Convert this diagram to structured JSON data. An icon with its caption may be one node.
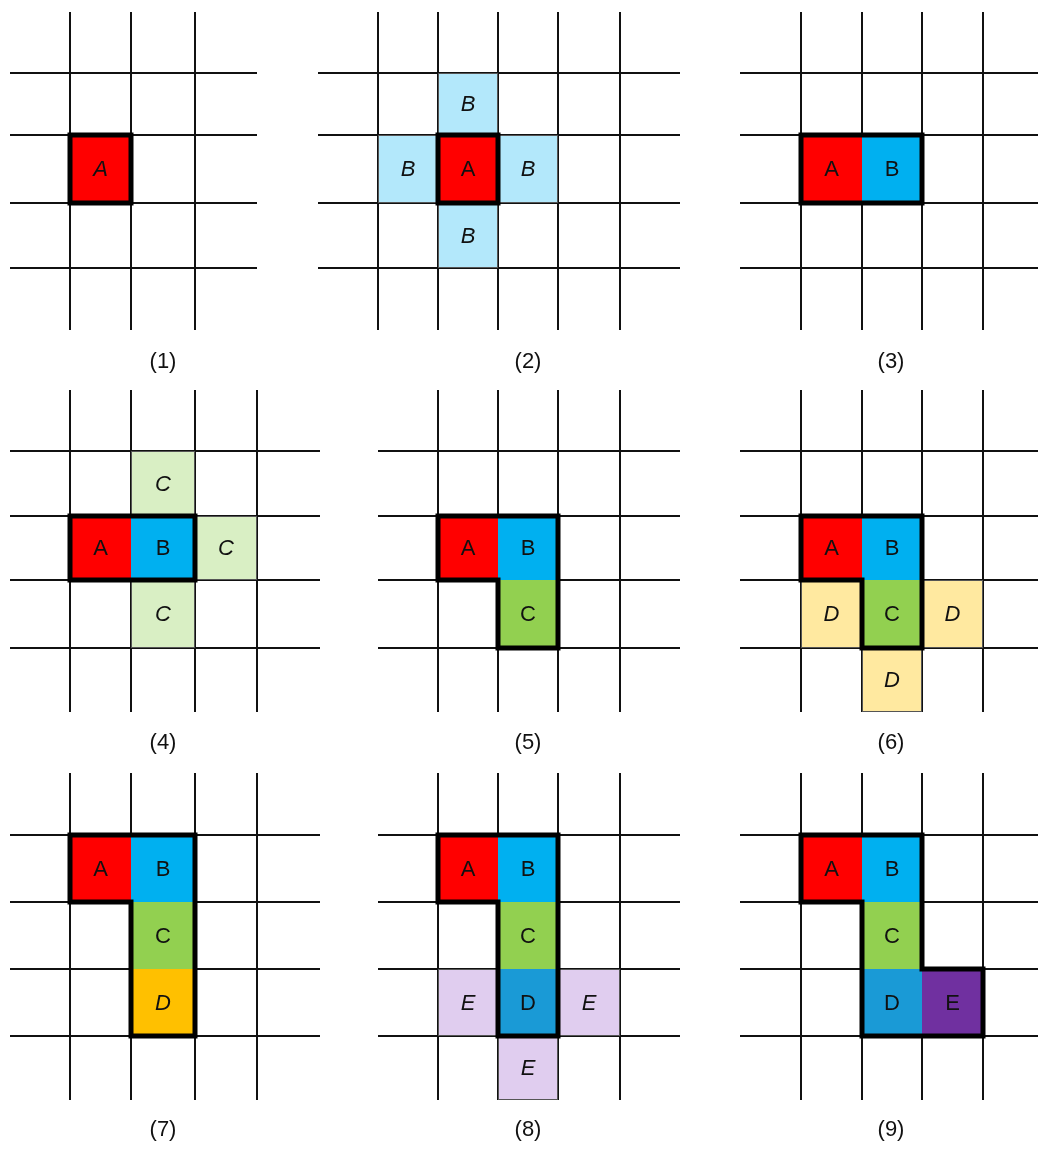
{
  "diagram": {
    "nodes": [
      {
        "text": [
          "A"
        ]
      },
      {
        "text": [
          "B"
        ]
      },
      {
        "text": [
          "B"
        ]
      },
      {
        "text": [
          "A"
        ]
      },
      {
        "text": [
          "B"
        ]
      },
      {
        "text": [
          "B"
        ]
      },
      {
        "text": [
          "A"
        ]
      },
      {
        "text": [
          "B"
        ]
      },
      {
        "text": [
          "C"
        ]
      },
      {
        "text": [
          "A"
        ]
      },
      {
        "text": [
          "B"
        ]
      },
      {
        "text": [
          "C"
        ]
      },
      {
        "text": [
          "C"
        ]
      },
      {
        "text": [
          "A"
        ]
      },
      {
        "text": [
          "B"
        ]
      },
      {
        "text": [
          "C"
        ]
      },
      {
        "text": [
          "A"
        ]
      },
      {
        "text": [
          "B"
        ]
      },
      {
        "text": [
          "D"
        ]
      },
      {
        "text": [
          "C"
        ]
      },
      {
        "text": [
          "D"
        ]
      },
      {
        "text": [
          "D"
        ]
      },
      {
        "text": [
          "A"
        ]
      },
      {
        "text": [
          "B"
        ]
      },
      {
        "text": [
          "C"
        ]
      },
      {
        "text": [
          "D"
        ]
      },
      {
        "text": [
          "A"
        ]
      },
      {
        "text": [
          "B"
        ]
      },
      {
        "text": [
          "C"
        ]
      },
      {
        "text": [
          "E"
        ]
      },
      {
        "text": [
          "D"
        ]
      },
      {
        "text": [
          "E"
        ]
      },
      {
        "text": [
          "E"
        ]
      },
      {
        "text": [
          "A"
        ]
      },
      {
        "text": [
          "B"
        ]
      },
      {
        "text": [
          "C"
        ]
      },
      {
        "text": [
          "D"
        ]
      },
      {
        "text": [
          "E"
        ]
      }
    ],
    "labels": [
      "(1)",
      "(2)",
      "(3)",
      "(4)",
      "(5)",
      "(6)",
      "(7)",
      "(8)",
      "(9)"
    ]
  }
}
